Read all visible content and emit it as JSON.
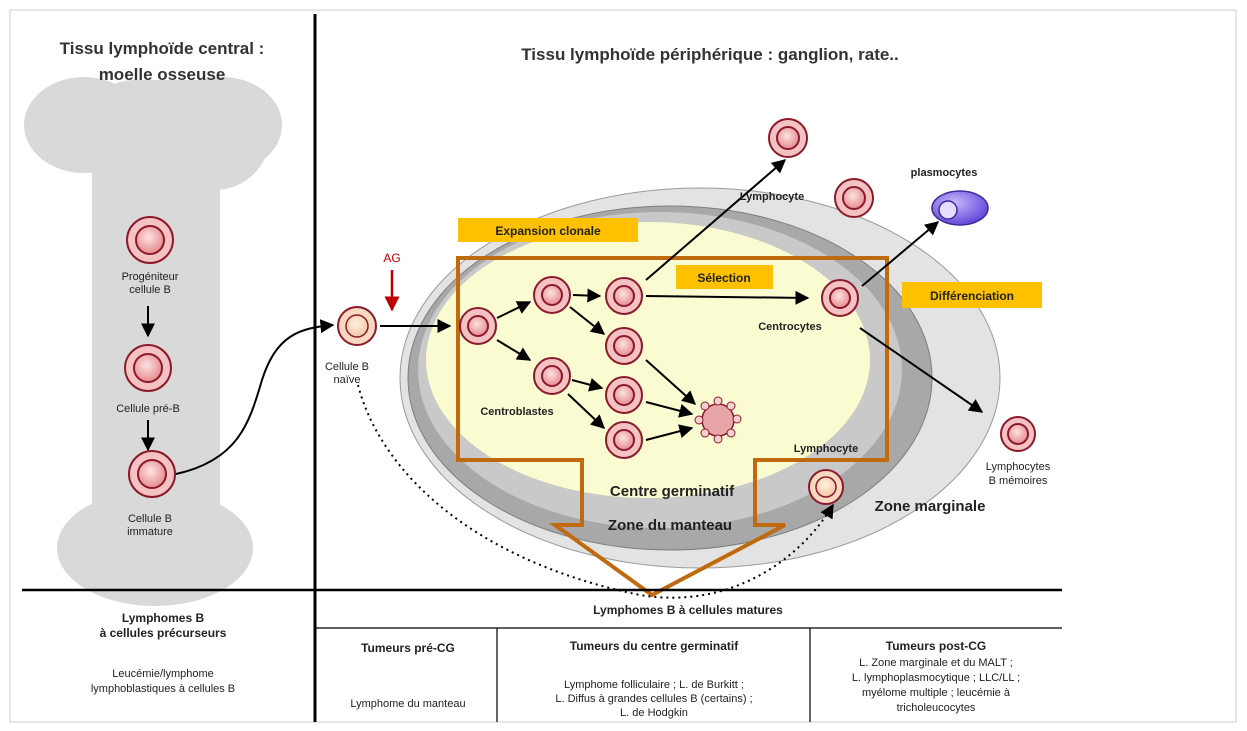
{
  "titles": {
    "central_line1": "Tissu lymphoïde central :",
    "central_line2": "moelle osseuse",
    "peripheral": "Tissu lymphoïde périphérique : ganglion, rate.."
  },
  "bone_marrow": {
    "progeniteur_line1": "Progéniteur",
    "progeniteur_line2": "cellule B",
    "pre_b": "Cellule pré-B",
    "immature_line1": "Cellule B",
    "immature_line2": "immature"
  },
  "periphery": {
    "ag": "AG",
    "naive_line1": "Cellule B",
    "naive_line2": "naïve",
    "expansion": "Expansion clonale",
    "selection": "Sélection",
    "differenciation": "Différenciation",
    "lymphocyte_top": "Lymphocyte",
    "plasmocytes": "plasmocytes",
    "centrocytes": "Centrocytes",
    "centroblastes": "Centroblastes",
    "lymphocyte_bottom": "Lymphocyte",
    "memoires_line1": "Lymphocytes",
    "memoires_line2": "B mémoires",
    "centre_germinatif": "Centre germinatif",
    "zone_manteau": "Zone du manteau",
    "zone_marginale": "Zone marginale"
  },
  "table": {
    "precursor_header_line1": "Lymphomes B",
    "precursor_header_line2": "à cellules précurseurs",
    "precursor_body_line1": "Leucémie/lymphome",
    "precursor_body_line2": "lymphoblastiques à cellules B",
    "mature_header": "Lymphomes B à cellules matures",
    "pre_cg_header": "Tumeurs pré-CG",
    "pre_cg_body": "Lymphome du manteau",
    "cg_header": "Tumeurs du centre germinatif",
    "cg_body_line1": "Lymphome folliculaire ; L. de Burkitt ;",
    "cg_body_line2": "L. Diffus à grandes cellules B (certains) ;",
    "cg_body_line3": "L. de Hodgkin",
    "post_cg_header": "Tumeurs post-CG",
    "post_cg_body_line1": "L. Zone marginale et du MALT ;",
    "post_cg_body_line2": "L. lymphoplasmocytique ; LLC/LL ;",
    "post_cg_body_line3": "myélome multiple ; leucémie à",
    "post_cg_body_line4": "tricholeucocytes"
  },
  "colors": {
    "bone": "#d9d9d9",
    "cell_fill": "#f4b6b6",
    "cell_border": "#8b1a2b",
    "orange_frame": "#c06a10",
    "label_box": "#ffc000",
    "germinal_center": "#fbfbd2",
    "outer_oval": "#dedede",
    "mantle_oval": "#a6a6a6",
    "plasmocyte": "#7a5ce0",
    "ag_arrow": "#c00000"
  }
}
